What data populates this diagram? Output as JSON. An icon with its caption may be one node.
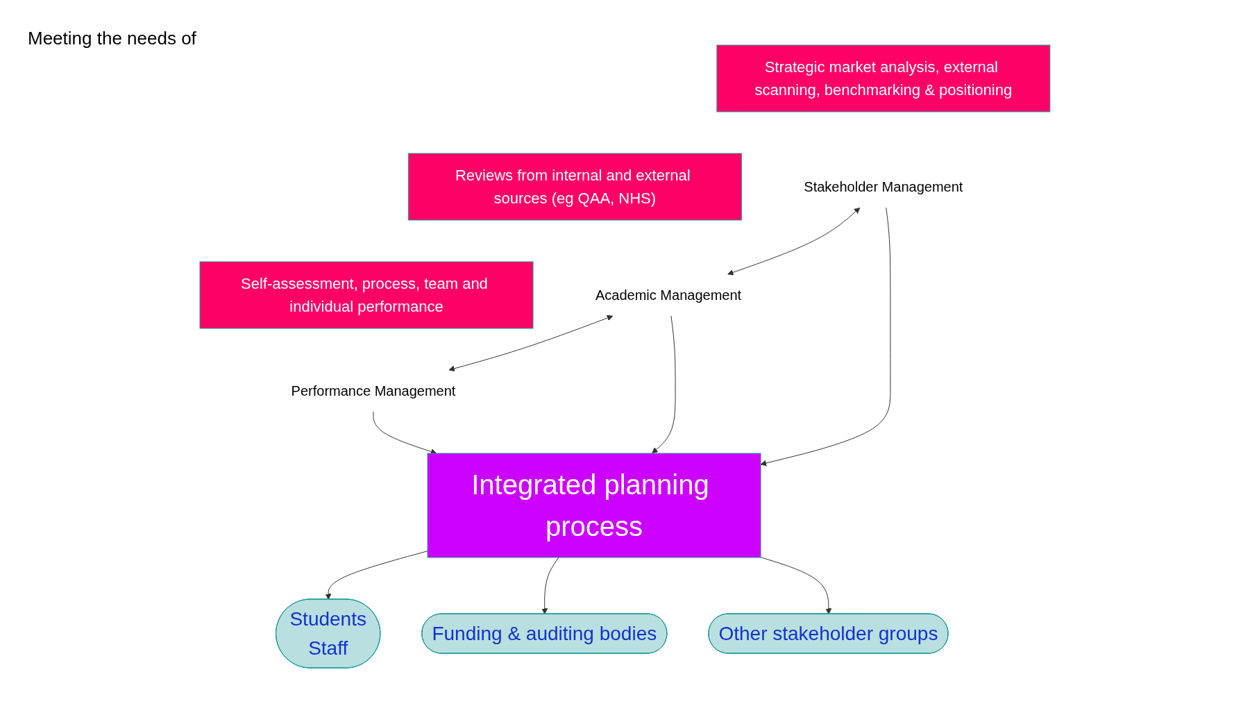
{
  "diagram": {
    "nodes": [
      {
        "text": [
          "Strategic market analysis, external scanning, benchmarking & positioning"
        ]
      },
      {
        "text": [
          "Reviews from internal and external sources (eg QAA, NHS)"
        ]
      },
      {
        "text": [
          "Self-assessment, process, team and individual performance"
        ]
      },
      {
        "text": [
          "Stakeholder Management"
        ]
      },
      {
        "text": [
          "Academic Management"
        ]
      },
      {
        "text": [
          "Performance Management"
        ]
      },
      {
        "text": [
          "Integrated planning process"
        ]
      },
      {
        "text": [
          "Students",
          "Staff"
        ]
      },
      {
        "text": [
          "Funding & auditing bodies"
        ]
      },
      {
        "text": [
          "Other stakeholder groups"
        ]
      }
    ],
    "edges": [
      {
        "from": 3,
        "to": 4,
        "arrow": "both"
      },
      {
        "from": 4,
        "to": 5,
        "arrow": "both"
      },
      {
        "from": 3,
        "to": 6,
        "arrow": "to"
      },
      {
        "from": 4,
        "to": 6,
        "arrow": "to"
      },
      {
        "from": 5,
        "to": 6,
        "arrow": "to"
      },
      {
        "from": 6,
        "to": 7,
        "arrow": "to"
      },
      {
        "from": 6,
        "to": 8,
        "arrow": "to"
      },
      {
        "from": 6,
        "to": 9,
        "arrow": "to"
      }
    ],
    "labels": [
      "Meeting the needs of"
    ]
  }
}
